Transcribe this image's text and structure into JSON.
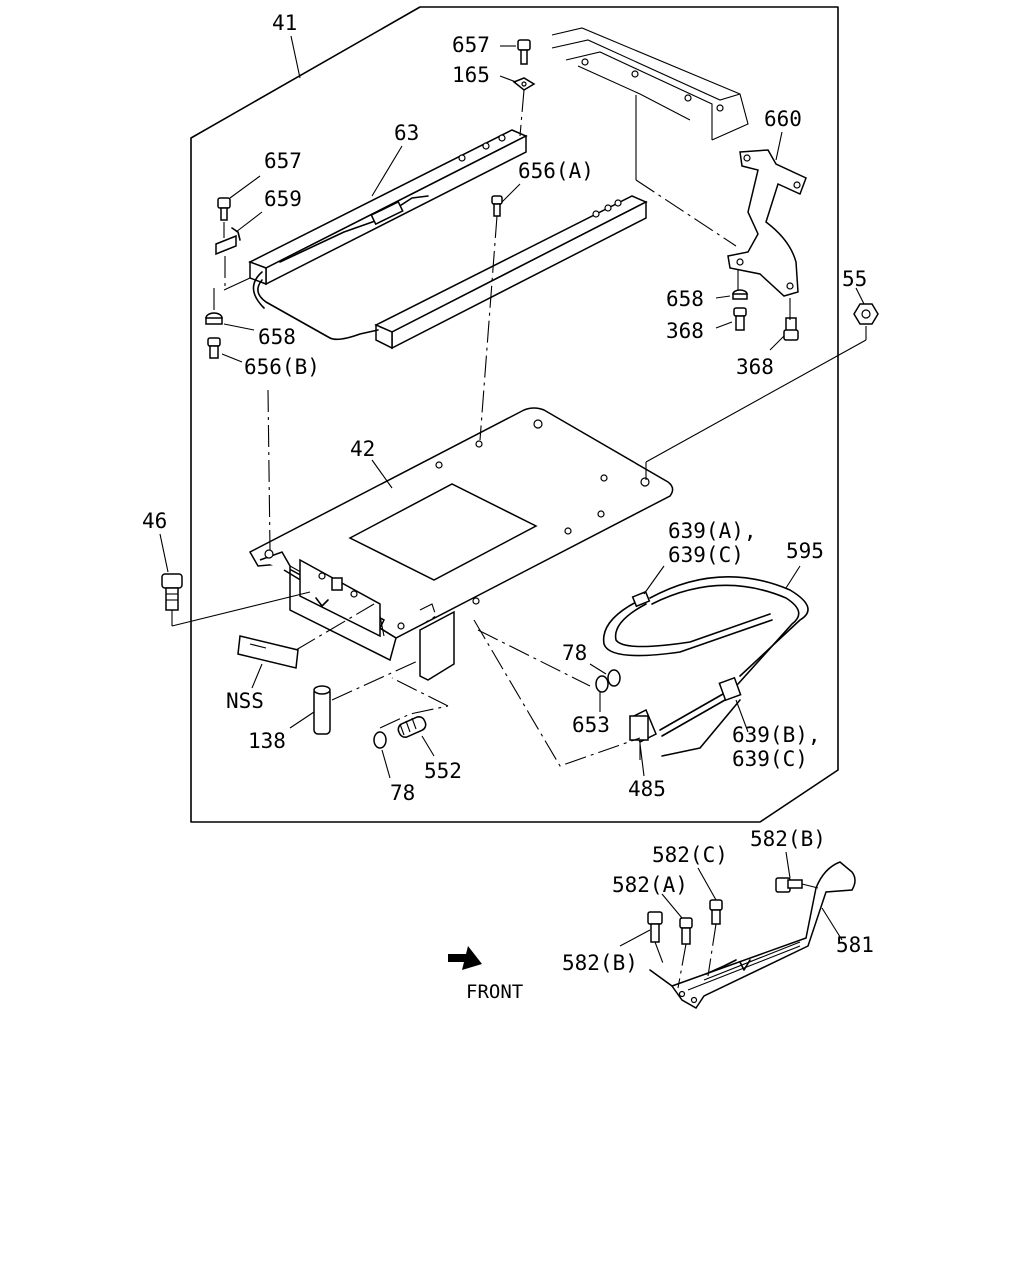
{
  "labels": {
    "l41": "41",
    "l657a": "657",
    "l165": "165",
    "l63": "63",
    "l657b": "657",
    "l659": "659",
    "l656a": "656(A)",
    "l660": "660",
    "l55": "55",
    "l658a": "658",
    "l368a": "368",
    "l368b": "368",
    "l658b": "658",
    "l656b": "656(B)",
    "l42": "42",
    "l46": "46",
    "l639ac_1": "639(A),",
    "l639ac_2": "639(C)",
    "l595": "595",
    "l78a": "78",
    "l653": "653",
    "lnss": "NSS",
    "l138": "138",
    "l552": "552",
    "l78b": "78",
    "l639bc_1": "639(B),",
    "l639bc_2": "639(C)",
    "l485": "485",
    "l582b_top": "582(B)",
    "l582c": "582(C)",
    "l582a": "582(A)",
    "l582b_bot": "582(B)",
    "l581": "581",
    "front": "FRONT"
  }
}
